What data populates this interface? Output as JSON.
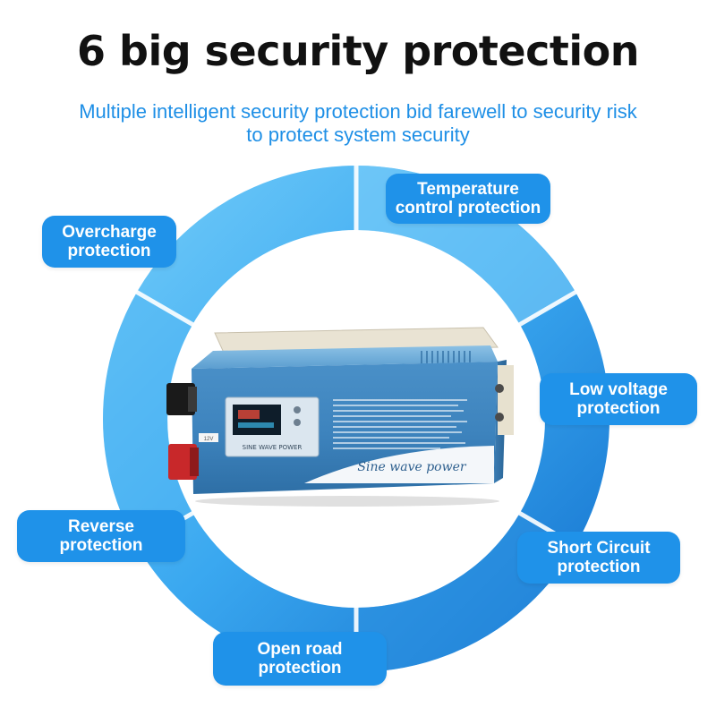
{
  "title": "6 big security protection",
  "subtitle": {
    "line1": "Multiple intelligent security protection bid farewell to security risk",
    "line2": "to protect system security"
  },
  "colors": {
    "accent": "#1f92e9",
    "ring_light": "#5dc0f7",
    "ring_dark": "#1a7fd6",
    "title": "#111111",
    "subtitle": "#1e8fe6"
  },
  "protections": [
    {
      "id": "overcharge",
      "line1": "Overcharge",
      "line2": "protection"
    },
    {
      "id": "temperature",
      "line1": "Temperature",
      "line2": "control protection"
    },
    {
      "id": "low-voltage",
      "line1": "Low voltage",
      "line2": "protection"
    },
    {
      "id": "short-circuit",
      "line1": "Short Circuit",
      "line2": "protection"
    },
    {
      "id": "open-road",
      "line1": "Open road",
      "line2": "protection"
    },
    {
      "id": "reverse",
      "line1": "Reverse",
      "line2": "protection"
    }
  ],
  "product": {
    "front_label": "Sine wave power",
    "panel_label": "SINE WAVE POWER",
    "sticker": "12V"
  }
}
